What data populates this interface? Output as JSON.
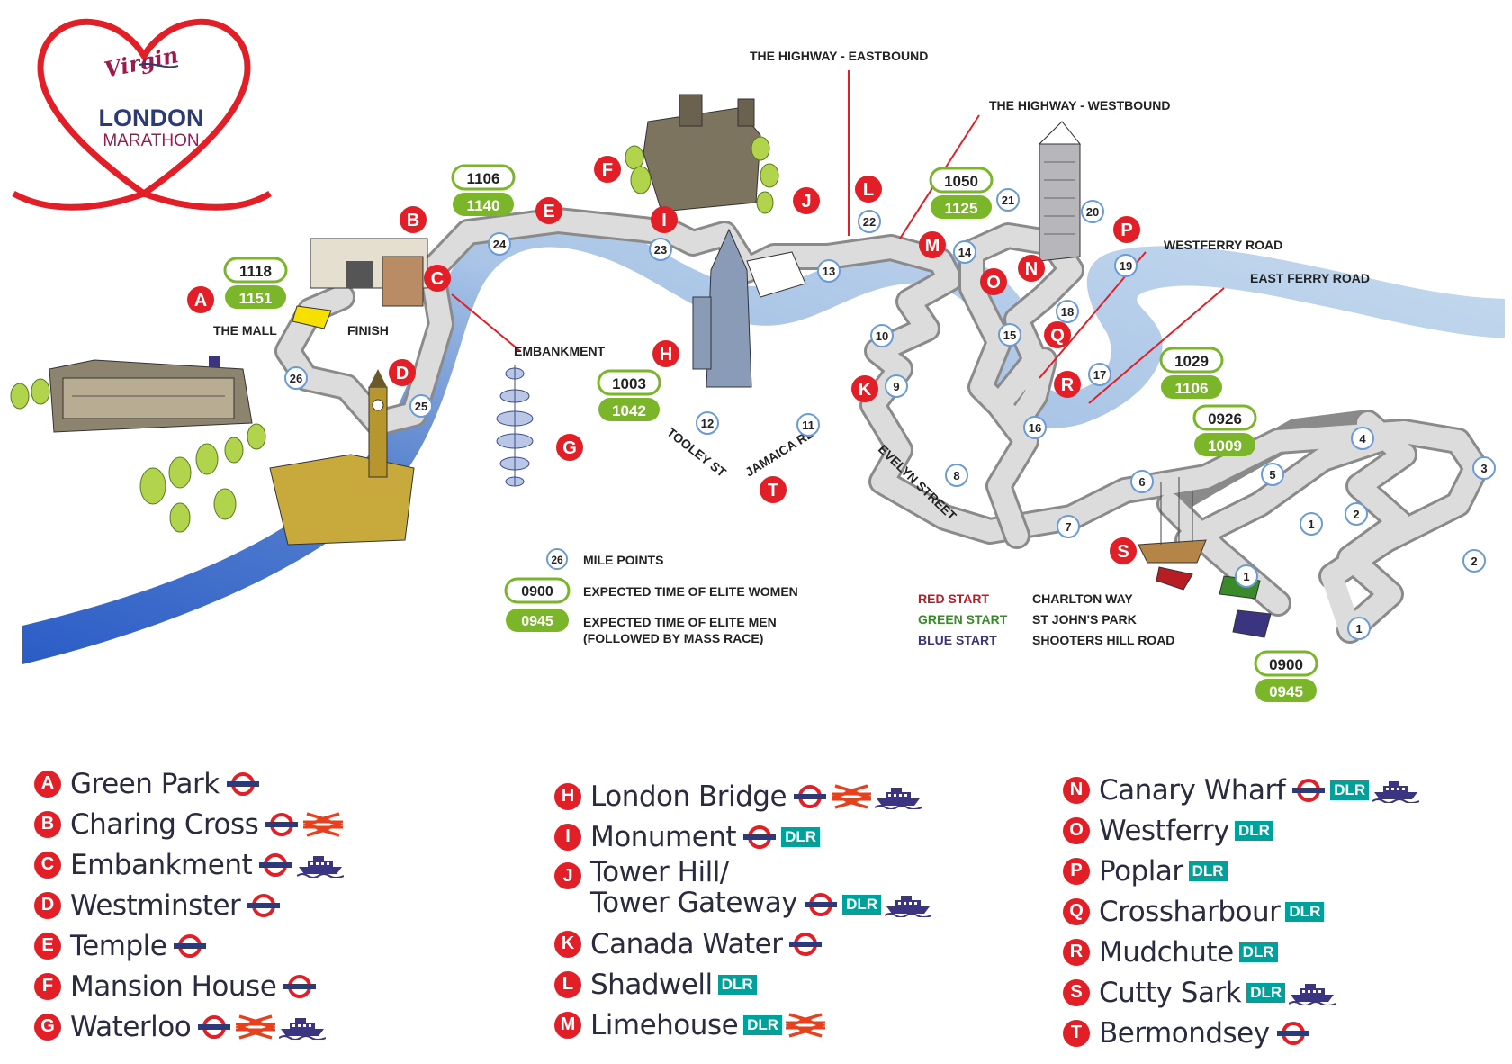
{
  "brand": {
    "virgin": "Virgin",
    "line1": "LONDON",
    "line2": "MARATHON",
    "colors": {
      "heart": "#e21f26",
      "navy": "#2c3a7a",
      "maroon": "#9b1b4c"
    }
  },
  "colors": {
    "route_red": "#e21f26",
    "women_badge": "#ffffff",
    "men_badge": "#7ab52a",
    "river_dark": "#2b5fc7",
    "river_light": "#c9dbee",
    "red_start": "#b81d24",
    "green_start": "#3a8a2a",
    "blue_start": "#3b3480",
    "dlr": "#00a19a"
  },
  "map": {
    "street_labels": {
      "highway_east": "THE HIGHWAY - EASTBOUND",
      "highway_west": "THE HIGHWAY - WESTBOUND",
      "westferry_road": "WESTFERRY ROAD",
      "east_ferry_road": "EAST FERRY ROAD",
      "embankment": "EMBANKMENT",
      "the_mall": "THE MALL",
      "finish": "FINISH",
      "tooley_st": "TOOLEY ST",
      "jamaica_rd": "JAMAICA RD",
      "evelyn_street": "EVELYN STREET"
    },
    "mile_points": [
      "1",
      "1",
      "1",
      "2",
      "2",
      "3",
      "4",
      "5",
      "6",
      "7",
      "8",
      "9",
      "10",
      "11",
      "12",
      "13",
      "14",
      "15",
      "16",
      "17",
      "18",
      "19",
      "20",
      "21",
      "22",
      "23",
      "24",
      "25",
      "26"
    ],
    "station_markers": [
      "A",
      "B",
      "C",
      "D",
      "E",
      "F",
      "G",
      "H",
      "I",
      "J",
      "K",
      "L",
      "M",
      "N",
      "O",
      "P",
      "Q",
      "R",
      "S",
      "T"
    ],
    "times": [
      {
        "women": "0900",
        "men": "0945"
      },
      {
        "women": "0926",
        "men": "1009"
      },
      {
        "women": "1003",
        "men": "1042"
      },
      {
        "women": "1029",
        "men": "1106"
      },
      {
        "women": "1050",
        "men": "1125"
      },
      {
        "women": "1106",
        "men": "1140"
      },
      {
        "women": "1118",
        "men": "1151"
      }
    ],
    "key": {
      "mile_sample": "26",
      "mile_label": "MILE POINTS",
      "women_sample": "0900",
      "women_label": "EXPECTED TIME OF ELITE WOMEN",
      "men_sample": "0945",
      "men_label1": "EXPECTED TIME OF ELITE MEN",
      "men_label2": "(FOLLOWED BY MASS RACE)"
    },
    "starts": [
      {
        "name": "RED START",
        "place": "CHARLTON WAY"
      },
      {
        "name": "GREEN START",
        "place": "ST JOHN'S PARK"
      },
      {
        "name": "BLUE START",
        "place": "SHOOTERS HILL ROAD"
      }
    ]
  },
  "legend": {
    "columns": [
      [
        {
          "letter": "A",
          "name": "Green Park",
          "icons": [
            "underground"
          ]
        },
        {
          "letter": "B",
          "name": "Charing Cross",
          "icons": [
            "underground",
            "rail"
          ]
        },
        {
          "letter": "C",
          "name": "Embankment",
          "icons": [
            "underground",
            "boat"
          ]
        },
        {
          "letter": "D",
          "name": "Westminster",
          "icons": [
            "underground"
          ]
        },
        {
          "letter": "E",
          "name": "Temple",
          "icons": [
            "underground"
          ]
        },
        {
          "letter": "F",
          "name": "Mansion House",
          "icons": [
            "underground"
          ]
        },
        {
          "letter": "G",
          "name": "Waterloo",
          "icons": [
            "underground",
            "rail",
            "boat"
          ]
        }
      ],
      [
        {
          "letter": "H",
          "name": "London Bridge",
          "icons": [
            "underground",
            "rail",
            "boat"
          ]
        },
        {
          "letter": "I",
          "name": "Monument",
          "icons": [
            "underground",
            "dlr"
          ]
        },
        {
          "letter": "J",
          "name": "Tower Hill/",
          "name2": "Tower Gateway",
          "icons": [
            "underground",
            "dlr",
            "boat"
          ]
        },
        {
          "letter": "K",
          "name": "Canada Water",
          "icons": [
            "underground"
          ]
        },
        {
          "letter": "L",
          "name": "Shadwell",
          "icons": [
            "dlr"
          ]
        },
        {
          "letter": "M",
          "name": "Limehouse",
          "icons": [
            "dlr",
            "rail"
          ]
        }
      ],
      [
        {
          "letter": "N",
          "name": "Canary Wharf",
          "icons": [
            "underground",
            "dlr",
            "boat"
          ]
        },
        {
          "letter": "O",
          "name": "Westferry",
          "icons": [
            "dlr"
          ]
        },
        {
          "letter": "P",
          "name": "Poplar",
          "icons": [
            "dlr"
          ]
        },
        {
          "letter": "Q",
          "name": "Crossharbour",
          "icons": [
            "dlr"
          ]
        },
        {
          "letter": "R",
          "name": "Mudchute",
          "icons": [
            "dlr"
          ]
        },
        {
          "letter": "S",
          "name": "Cutty Sark",
          "icons": [
            "dlr",
            "boat"
          ]
        },
        {
          "letter": "T",
          "name": "Bermondsey",
          "icons": [
            "underground"
          ]
        }
      ]
    ],
    "dlr_text": "DLR"
  }
}
